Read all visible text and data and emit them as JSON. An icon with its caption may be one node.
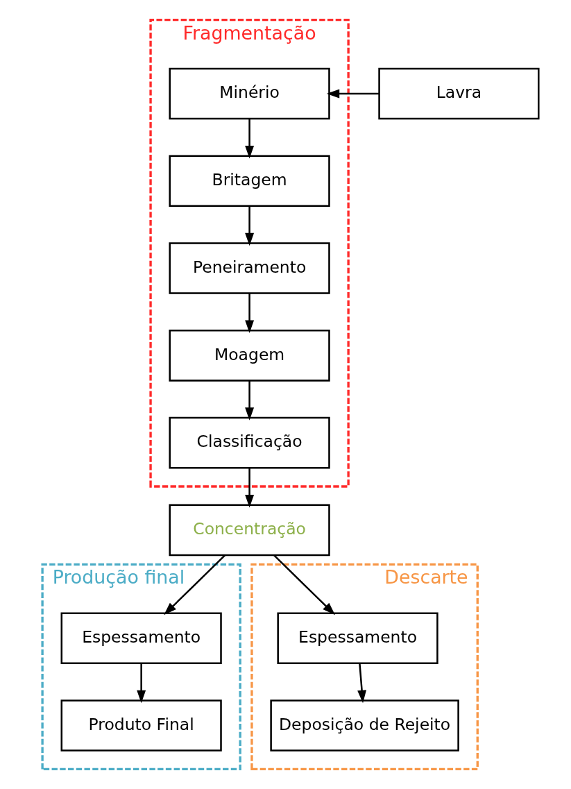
{
  "diagram": {
    "nodes": [
      {
        "text": [
          "Fragmentação"
        ]
      },
      {
        "text": [
          "Minério"
        ],
        "in": 0
      },
      {
        "text": [
          "Lavra"
        ]
      },
      {
        "text": [
          "Britagem"
        ],
        "in": 0
      },
      {
        "text": [
          "Peneiramento"
        ],
        "in": 0
      },
      {
        "text": [
          "Moagem"
        ],
        "in": 0
      },
      {
        "text": [
          "Classificação"
        ],
        "in": 0
      },
      {
        "text": [
          "Concentração"
        ]
      },
      {
        "text": [
          "Produção final"
        ]
      },
      {
        "text": [
          "Espessamento"
        ],
        "in": 8
      },
      {
        "text": [
          "Produto Final"
        ],
        "in": 8
      },
      {
        "text": [
          "Descarte"
        ]
      },
      {
        "text": [
          "Espessamento"
        ],
        "in": 11
      },
      {
        "text": [
          "Deposição de Rejeito"
        ],
        "in": 11
      }
    ],
    "edges": [
      {
        "from": 2,
        "to": 1,
        "arrow": "to"
      },
      {
        "from": 1,
        "to": 3,
        "arrow": "to"
      },
      {
        "from": 3,
        "to": 4,
        "arrow": "to"
      },
      {
        "from": 4,
        "to": 5,
        "arrow": "to"
      },
      {
        "from": 5,
        "to": 6,
        "arrow": "to"
      },
      {
        "from": 6,
        "to": 7,
        "arrow": "to"
      },
      {
        "from": 7,
        "to": 9,
        "arrow": "to"
      },
      {
        "from": 7,
        "to": 12,
        "arrow": "to"
      },
      {
        "from": 9,
        "to": 10,
        "arrow": "to"
      },
      {
        "from": 12,
        "to": 13,
        "arrow": "to"
      }
    ]
  }
}
